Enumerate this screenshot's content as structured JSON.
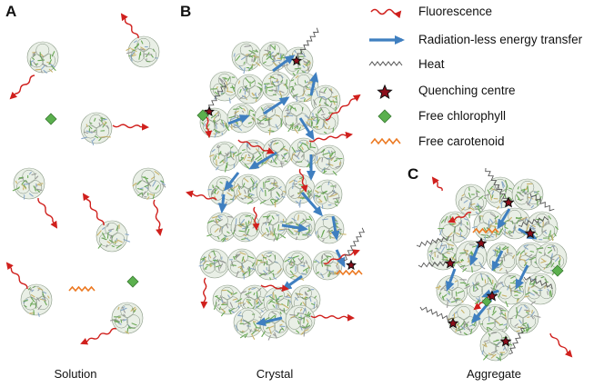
{
  "panels": {
    "a": {
      "letter": "A",
      "caption": "Solution"
    },
    "b": {
      "letter": "B",
      "caption": "Crystal"
    },
    "c": {
      "letter": "C",
      "caption": "Aggregate"
    }
  },
  "legend": [
    {
      "key": "fluorescence",
      "label": "Fluorescence",
      "color": "#d0201d"
    },
    {
      "key": "energy-transfer",
      "label": "Radiation-less energy transfer",
      "color": "#3f7fc0"
    },
    {
      "key": "heat",
      "label": "Heat",
      "color": "#555555"
    },
    {
      "key": "quenching",
      "label": "Quenching centre",
      "color": "#8b0d1a"
    },
    {
      "key": "chlorophyll",
      "label": "Free chlorophyll",
      "color": "#5bb04e"
    },
    {
      "key": "carotenoid",
      "label": "Free carotenoid",
      "color": "#ec7a23"
    }
  ],
  "colors": {
    "protein_outline": "#8a9a86",
    "protein_green": "#6aa856",
    "protein_blue": "#8aa8c8",
    "protein_grey": "#9a9a9a"
  }
}
